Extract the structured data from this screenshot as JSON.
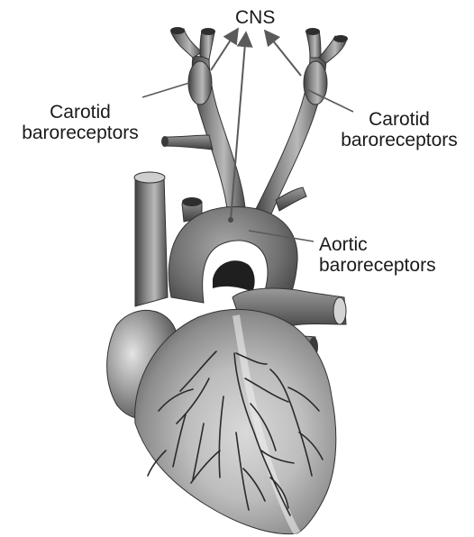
{
  "labels": {
    "cns": "CNS",
    "carotid_left": {
      "line1": "Carotid",
      "line2": "baroreceptors"
    },
    "carotid_right": {
      "line1": "Carotid",
      "line2": "baroreceptors"
    },
    "aortic": {
      "line1": "Aortic",
      "line2": "baroreceptors"
    }
  },
  "colors": {
    "vessel_dark": "#4d4d4d",
    "vessel_mid": "#8a8a8a",
    "vessel_light": "#cfcfcf",
    "coronary_vessels": "#2a2a2a",
    "arrow": "#5a5a5a",
    "text": "#1a1a1a"
  }
}
